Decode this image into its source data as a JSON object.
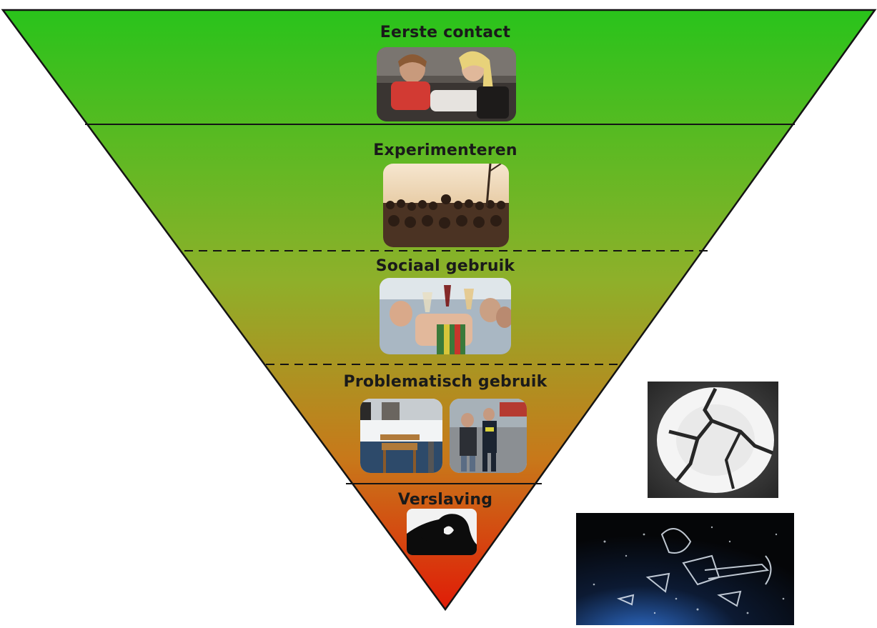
{
  "diagram": {
    "levels": [
      {
        "name": "Eerste contact"
      },
      {
        "name": "Experimenteren"
      },
      {
        "name": "Sociaal gebruik"
      },
      {
        "name": "Problematisch gebruik"
      },
      {
        "name": "Verslaving"
      }
    ],
    "gradient": {
      "top": "#29c31b",
      "middle": "#8eb02a",
      "bottom": "#e01c07"
    },
    "outline_color": "#141414"
  }
}
